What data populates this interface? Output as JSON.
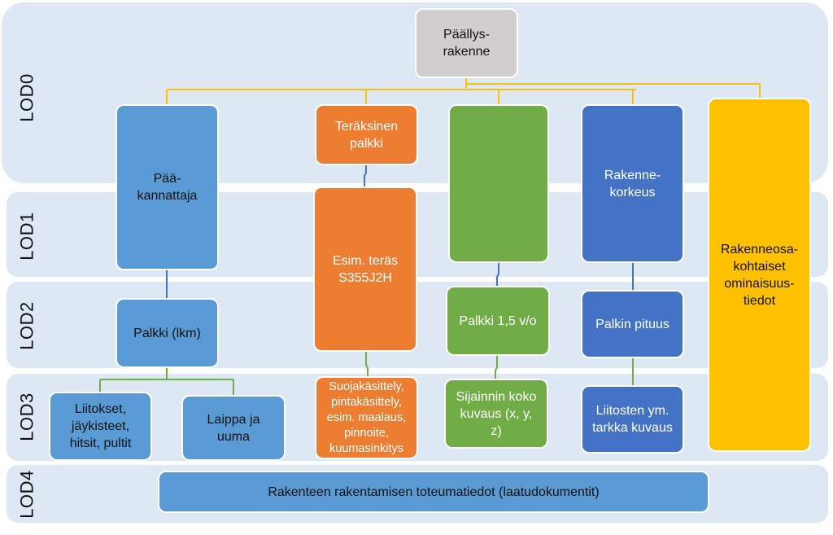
{
  "levels": {
    "lod0": "LOD0",
    "lod1": "LOD1",
    "lod2": "LOD2",
    "lod3": "LOD3",
    "lod4": "LOD4"
  },
  "nodes": {
    "root": "Päällys-\nrakenne",
    "paakannattaja": "Pää-\nkannattaja",
    "terasinen_palkki": "Teräksinen\npalkki",
    "green_top": "",
    "rakennekorkeus": "Rakenne-\nkorkeus",
    "rakenneosakohtaiset": "Rakenneosa-\nkohtaiset\nominaisuus-\ntiedot",
    "esim_teras": "Esim. teräs\nS355J2H",
    "palkki_lkm": "Palkki (lkm)",
    "palkki_vo": "Palkki 1,5 v/o",
    "palkin_pituus": "Palkin pituus",
    "liitokset": "Liitokset,\njäykisteet,\nhitsit, pultit",
    "laippa": "Laippa ja\nuuma",
    "suojakasittely": "Suojakäsittely,\npintakäsittely,\nesim. maalaus,\npinnoite,\nkuumasinkitys",
    "sijainnin": "Sijainnin koko\nkuvaus (x, y,\nz)",
    "liitosten": "Liitosten ym.\ntarkka kuvaus",
    "toteuma": "Rakenteen rakentamisen toteumatiedot (laatudokumentit)"
  },
  "colors": {
    "band": "#dde8f4",
    "light_blue": "#5b9bd5",
    "dark_blue": "#4472c4",
    "orange": "#ed7d31",
    "green": "#70ad47",
    "yellow": "#ffc000",
    "grey": "#d0cece",
    "connector_yellow": "#ffc000",
    "connector_blue": "#4472c4",
    "connector_green": "#70ad47"
  }
}
